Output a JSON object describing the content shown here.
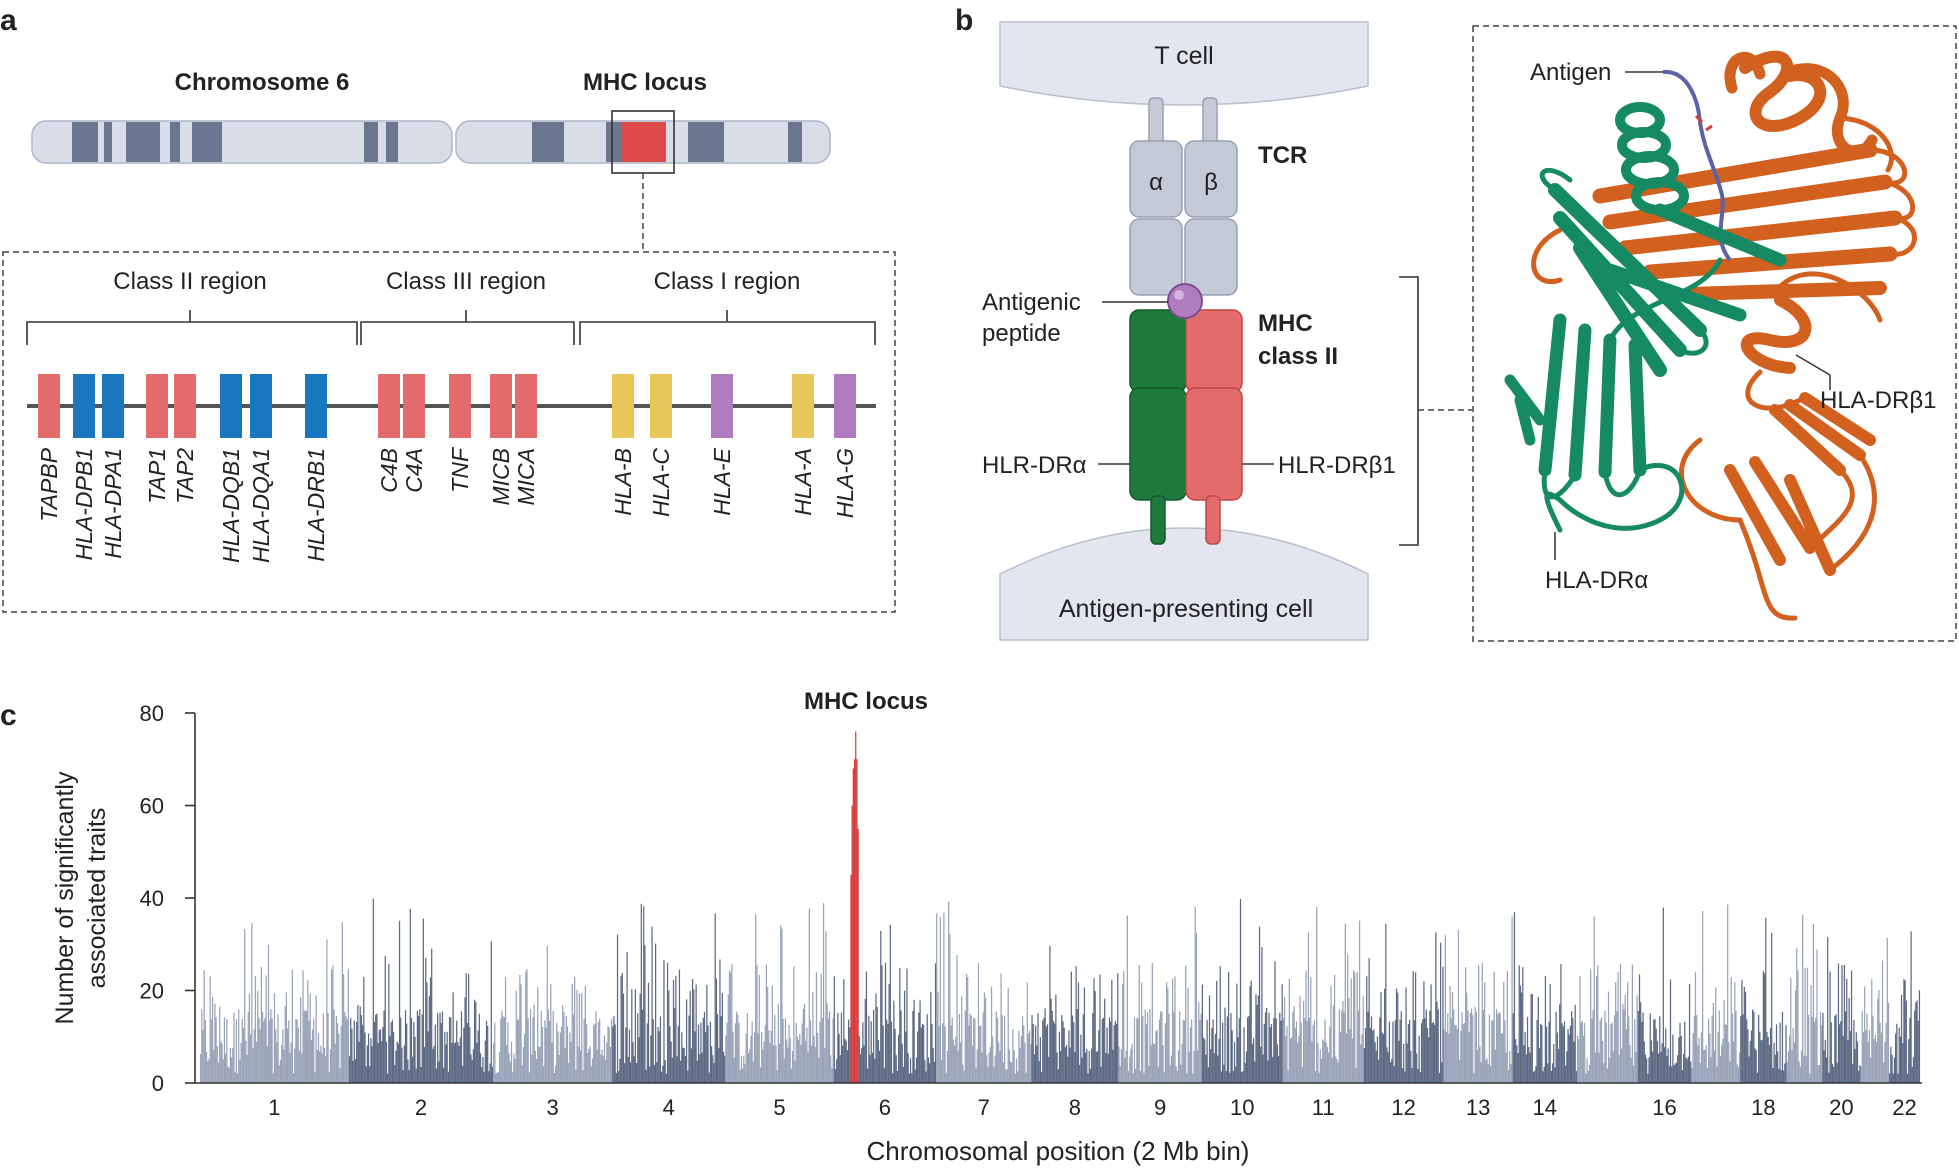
{
  "panel_a": {
    "letter": "a",
    "chromosome_title": "Chromosome 6",
    "locus_title": "MHC locus",
    "regions": [
      {
        "label": "Class II region"
      },
      {
        "label": "Class III region"
      },
      {
        "label": "Class I region"
      }
    ],
    "genes": [
      {
        "name": "TAPBP",
        "color": "#e36b6b"
      },
      {
        "name": "HLA-DPB1",
        "color": "#1877be"
      },
      {
        "name": "HLA-DPA1",
        "color": "#1877be"
      },
      {
        "name": "TAP1",
        "color": "#e36b6b"
      },
      {
        "name": "TAP2",
        "color": "#e36b6b"
      },
      {
        "name": "HLA-DQB1",
        "color": "#1877be"
      },
      {
        "name": "HLA-DQA1",
        "color": "#1877be"
      },
      {
        "name": "HLA-DRB1",
        "color": "#1877be"
      },
      {
        "name": "C4B",
        "color": "#e36b6b"
      },
      {
        "name": "C4A",
        "color": "#e36b6b"
      },
      {
        "name": "TNF",
        "color": "#e36b6b"
      },
      {
        "name": "MICB",
        "color": "#e36b6b"
      },
      {
        "name": "MICA",
        "color": "#e36b6b"
      },
      {
        "name": "HLA-B",
        "color": "#e9c65a"
      },
      {
        "name": "HLA-C",
        "color": "#e9c65a"
      },
      {
        "name": "HLA-E",
        "color": "#b07cbf"
      },
      {
        "name": "HLA-A",
        "color": "#e9c65a"
      },
      {
        "name": "HLA-G",
        "color": "#b07cbf"
      }
    ]
  },
  "panel_b": {
    "letter": "b",
    "t_cell": "T cell",
    "apc": "Antigen-presenting cell",
    "tcr": "TCR",
    "alpha": "α",
    "beta": "β",
    "antigenic": "Antigenic",
    "peptide": "peptide",
    "mhc_line1": "MHC",
    "mhc_line2": "class II",
    "hlr_dra": "HLR-DRα",
    "hlr_drb1": "HLR-DRβ1",
    "antigen": "Antigen",
    "hla_drb1": "HLA-DRβ1",
    "hla_dra": "HLA-DRα",
    "colors": {
      "alpha_chain": "#1e7a3c",
      "beta_chain": "#e36b6b",
      "tcr": "#c4c9d6",
      "peptide": "#b07cbf",
      "dra_ribbon": "#158a63",
      "drb1_ribbon": "#d2601e"
    }
  },
  "panel_c": {
    "letter": "c",
    "highlight_label": "MHC locus",
    "chart_data": {
      "type": "bar",
      "title": "",
      "xlabel": "Chromosomal position (2 Mb bin)",
      "ylabel_line1": "Number of significantly",
      "ylabel_line2": "associated traits",
      "ylim": [
        0,
        80
      ],
      "yticks": [
        "0",
        "20",
        "40",
        "60",
        "80"
      ],
      "chromosome_labels": [
        "1",
        "2",
        "3",
        "4",
        "5",
        "6",
        "7",
        "8",
        "9",
        "10",
        "11",
        "12",
        "13",
        "14",
        "16",
        "18",
        "20",
        "22"
      ],
      "chromosome_bins": [
        125,
        121,
        100,
        95,
        91,
        86,
        80,
        73,
        70,
        68,
        68,
        67,
        58,
        54,
        51,
        45,
        41,
        39,
        30,
        32,
        24,
        26
      ],
      "mhc": {
        "chromosome": 6,
        "first_bin": 14,
        "peak_values": [
          45,
          60,
          68,
          70,
          76,
          70,
          55
        ]
      },
      "series_colors": {
        "light": "#9aa4b8",
        "dark": "#5d6a84",
        "mhc": "#d73a3a"
      }
    }
  }
}
